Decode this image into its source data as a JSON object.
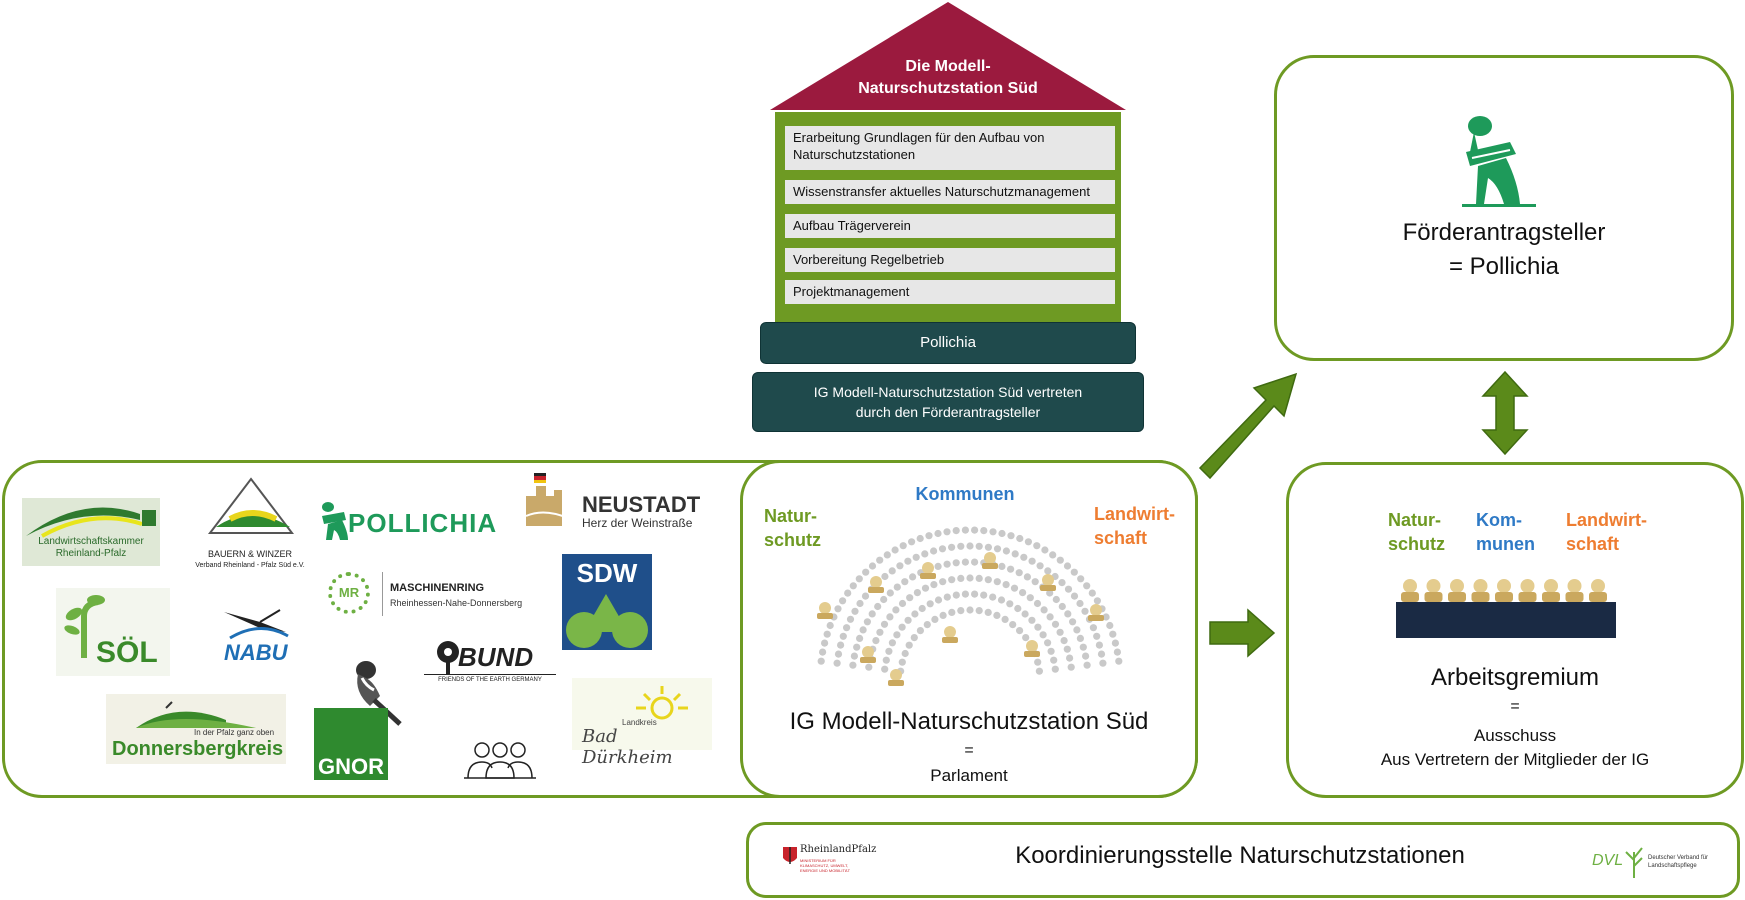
{
  "house": {
    "roof_title_line1": "Die Modell-",
    "roof_title_line2": "Naturschutzstation Süd",
    "items": [
      "Erarbeitung Grundlagen für den Aufbau von Naturschutzstationen",
      "Wissenstransfer aktuelles Naturschutzmanagement",
      "Aufbau Trägerverein",
      "Vorbereitung Regelbetrieb",
      "Projektmanagement"
    ],
    "foundation_top": "Pollichia",
    "foundation_bottom_line1": "IG Modell-Naturschutzstation Süd vertreten",
    "foundation_bottom_line2": "durch den Förderantragsteller"
  },
  "applicant": {
    "line1": "Förderantragsteller",
    "line2": "= Pollichia"
  },
  "parliament": {
    "label_left_line1": "Natur-",
    "label_left_line2": "schutz",
    "label_center": "Kommunen",
    "label_right_line1": "Landwirt-",
    "label_right_line2": "schaft",
    "title": "IG Modell-Naturschutzstation Süd",
    "equals": "=",
    "subtitle": "Parlament"
  },
  "committee": {
    "label_left_line1": "Natur-",
    "label_left_line2": "schutz",
    "label_center_line1": "Kom-",
    "label_center_line2": "munen",
    "label_right_line1": "Landwirt-",
    "label_right_line2": "schaft",
    "title": "Arbeitsgremium",
    "equals": "=",
    "line1": "Ausschuss",
    "line2": "Aus Vertretern der Mitglieder der IG"
  },
  "coordination": {
    "title": "Koordinierungsstelle Naturschutzstationen",
    "left_logo_text": "RheinlandPfalz",
    "left_logo_sub": "MINISTERIUM FÜR KLIMASCHUTZ, UMWELT, ENERGIE UND MOBILITÄT",
    "right_logo_text": "DVL",
    "right_logo_sub_line1": "Deutscher Verband für",
    "right_logo_sub_line2": "Landschaftspflege"
  },
  "logos": {
    "lwk_line1": "Landwirtschaftskammer",
    "lwk_line2": "Rheinland-Pfalz",
    "bauern_line1": "BAUERN & WINZER",
    "bauern_line2": "Verband Rheinland - Pfalz Süd e.V.",
    "pollichia": "POLLICHIA",
    "neustadt_line1": "NEUSTADT",
    "neustadt_line2": "Herz der Weinstraße",
    "mr_badge": "MR",
    "mr_line1": "MASCHINENRING",
    "mr_line2": "Rheinhessen-Nahe-Donnersberg",
    "sdw": "SDW",
    "soel": "SÖL",
    "nabu": "NABU",
    "bund": "BUND",
    "bund_sub": "FRIENDS OF THE EARTH GERMANY",
    "donnersberg_tag": "In der Pfalz ganz oben",
    "donnersberg_name": "Donnersbergkreis",
    "gnor": "GNOR",
    "durkheim_small": "Landkreis",
    "durkheim_name": "Bad Dürkheim"
  },
  "colors": {
    "green_border": "#6e9a23",
    "arrow_green": "#5b8a1a",
    "roof": "#9b1a3e",
    "teal": "#1f4a4c",
    "blue_label": "#2f7ac6",
    "orange_label": "#ee7d31"
  }
}
